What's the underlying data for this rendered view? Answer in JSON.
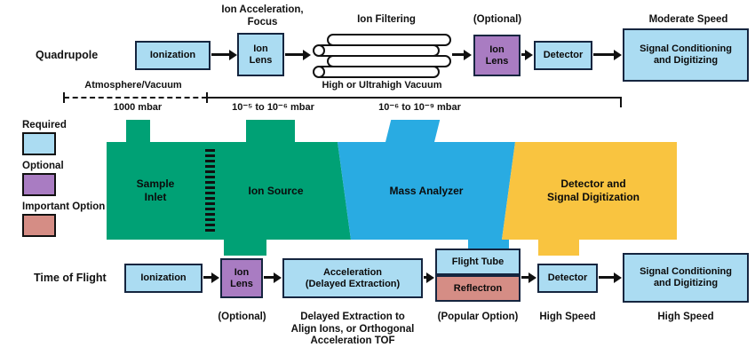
{
  "colors": {
    "required_blue": "#ABDCF2",
    "optional_purple": "#A97CC2",
    "important_red": "#D58D85",
    "stage_green": "#00A175",
    "stage_cyan": "#29ABE2",
    "stage_yellow": "#F9C440"
  },
  "legend": {
    "required": "Required",
    "optional": "Optional",
    "important": "Important Option"
  },
  "quadrupole": {
    "row_label": "Quadrupole",
    "ann_ion_acceleration": "Ion Acceleration,\nFocus",
    "ann_ion_filtering": "Ion Filtering",
    "ann_optional": "(Optional)",
    "ann_moderate_speed": "Moderate Speed",
    "ionization": "Ionization",
    "ion_lens_1": "Ion\nLens",
    "ion_lens_2": "Ion\nLens",
    "detector": "Detector",
    "signal": "Signal Conditioning\nand Digitizing"
  },
  "pressure": {
    "left_label": "Atmosphere/Vacuum",
    "right_label": "High or Ultrahigh Vacuum",
    "p1": "1000 mbar",
    "p2": "10⁻⁵ to 10⁻⁶ mbar",
    "p3": "10⁻⁶ to 10⁻⁹ mbar"
  },
  "stages": {
    "sample_inlet": "Sample\nInlet",
    "ion_source": "Ion Source",
    "mass_analyzer": "Mass Analyzer",
    "detector_digitization": "Detector and\nSignal Digitization"
  },
  "tof": {
    "row_label": "Time of Flight",
    "ionization": "Ionization",
    "ion_lens": "Ion\nLens",
    "acceleration": "Acceleration\n(Delayed Extraction)",
    "flight_tube": "Flight Tube",
    "reflectron": "Reflectron",
    "detector": "Detector",
    "signal": "Signal Conditioning\nand Digitizing",
    "ann_optional": "(Optional)",
    "ann_delayed": "Delayed Extraction to\nAlign Ions, or Orthogonal\nAcceleration TOF",
    "ann_popular": "(Popular Option)",
    "ann_high_speed_detector": "High Speed",
    "ann_high_speed_signal": "High Speed"
  }
}
